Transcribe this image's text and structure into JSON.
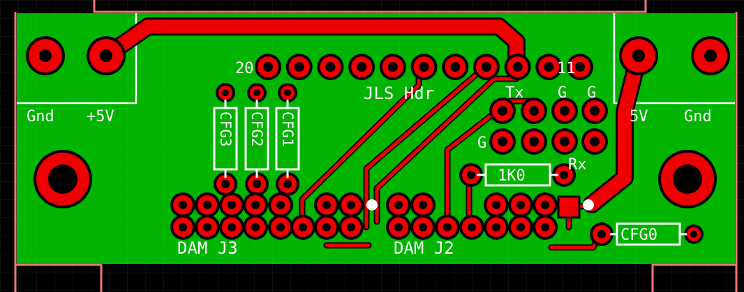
{
  "colors": {
    "background": "#000000",
    "grid": "#1e1e1e",
    "board": "#00b400",
    "copper": "#ee0000",
    "drill": "#000000",
    "silk": "#ffffff",
    "outline": "#f07070",
    "mark": "#ffffff"
  },
  "labels": {
    "gnd_left": "Gnd",
    "v5_left": "+5V",
    "pin_20": "20",
    "pin_11": "11",
    "jls_hdr": "JLS Hdr",
    "tx": "Tx",
    "g1": "G",
    "g2": "G",
    "g_left": "G",
    "rx": "Rx",
    "cfg3": "CFG3",
    "cfg2": "CFG2",
    "cfg1": "CFG1",
    "cfg0": "CFG0",
    "r1k0": "1K0",
    "v5_right": "5V",
    "gnd_right": "Gnd",
    "dam_j3": "DAM J3",
    "dam_j2": "DAM J2"
  }
}
